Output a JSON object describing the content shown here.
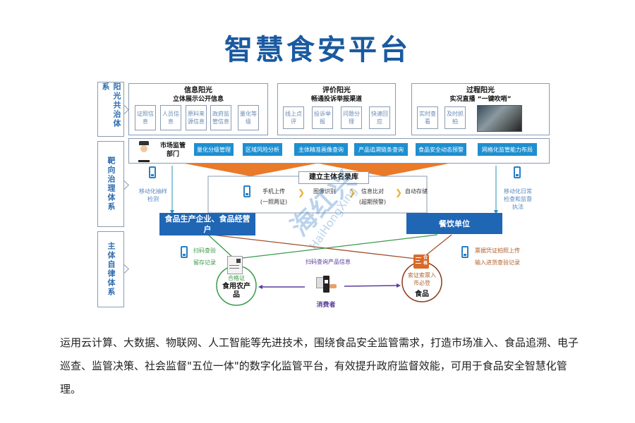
{
  "title": "智慧食安平台",
  "colors": {
    "title": "#1a5aa0",
    "accent_blue": "#1e8fd0",
    "dark_blue": "#1f66b5",
    "orange": "#e87a2a",
    "green": "#3a9a4a",
    "brown": "#a0522d",
    "purple": "#5a3c9a"
  },
  "side_labels": {
    "sunshine": "阳光共治体系",
    "targeted": "靶向治理体系",
    "self_discipline": "主体自律体系"
  },
  "sunshine_panels": [
    {
      "title": "信息阳光",
      "subtitle": "立体展示公开信息",
      "items": [
        "证照信息",
        "人员信息",
        "原料来源信息",
        "政府监管信息",
        "量化等级"
      ]
    },
    {
      "title": "评价阳光",
      "subtitle": "畅通投诉举报渠道",
      "items": [
        "线上点评",
        "投诉举报",
        "问题分理",
        "快速回应"
      ]
    },
    {
      "title": "过程阳光",
      "subtitle": "实况直播 “一键吹哨”",
      "items": [
        "实时查看",
        "及时抓拍"
      ],
      "video_icon": "live-video-thumbnail"
    }
  ],
  "regulator": {
    "name": "市场监管部门",
    "icon": "officer-avatar-icon",
    "functions": [
      "量化分级管理",
      "区域风险分析",
      "主体精准画像查询",
      "产品追溯链条查询",
      "食品安全动态预警",
      "网格化监管能力布局"
    ]
  },
  "registry": {
    "title": "建立主体名录库",
    "steps": [
      {
        "label": "手机上传",
        "sub": "(一照两证)"
      },
      {
        "label": "图像识别",
        "sub": ""
      },
      {
        "label": "信息比对",
        "sub": "(超期预警)"
      },
      {
        "label": "自动存储",
        "sub": ""
      }
    ]
  },
  "left_mobile": "移动化抽样检测",
  "right_mobile": "移动化日常检查和监督执法",
  "producer": "食品生产企业、食品经营户",
  "restaurant": "餐饮单位",
  "producer_notes": [
    "扫码查验",
    "留存记录"
  ],
  "restaurant_notes": [
    "票据凭证拍照上传",
    "输入进货查验记录"
  ],
  "consumer": {
    "label": "消费者",
    "action": "扫码查询产品信息"
  },
  "agri_product": {
    "cert": "合格证",
    "name": "食用农产品"
  },
  "food": {
    "note": "索证索票入市必登",
    "name": "食品",
    "badge": "合格"
  },
  "watermark": {
    "cn": "海红兴",
    "en": "HaiHongXing"
  },
  "description": "运用云计算、大数据、物联网、人工智能等先进技术，围绕食品安全监管需求，打造市场准入、食品追溯、电子巡查、监管决策、社会监督\"五位一体\"的数字化监管平台，有效提升政府监督效能，可用于食品安全智慧化管理。"
}
